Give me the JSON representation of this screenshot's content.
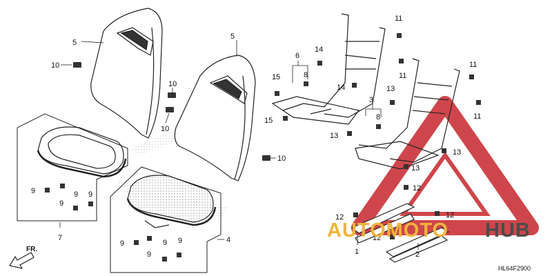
{
  "diagram_code": "HL64F2900",
  "direction_label": "FR.",
  "watermark": {
    "part1": "AUTOMOTO",
    "part2": "HUB"
  },
  "callouts": {
    "c1": "1",
    "c2": "2",
    "c3": "3",
    "c4": "4",
    "c5a": "5",
    "c5b": "5",
    "c6": "6",
    "c7": "7",
    "c8a": "8",
    "c8b": "8",
    "c9a": "9",
    "c9b": "9",
    "c9c": "9",
    "c9d": "9",
    "c9e": "9",
    "c9f": "9",
    "c9g": "9",
    "c9h": "9",
    "c10a": "10",
    "c10b": "10",
    "c10c": "10",
    "c10d": "10",
    "c11a": "11",
    "c11b": "11",
    "c11c": "11",
    "c11d": "11",
    "c12a": "12",
    "c12b": "12",
    "c12c": "12",
    "c12d": "12",
    "c13a": "13",
    "c13b": "13",
    "c13c": "13",
    "c13d": "13",
    "c14a": "14",
    "c14b": "14",
    "c15a": "15",
    "c15b": "15"
  },
  "colors": {
    "line": "#222222",
    "accent_red": "#c6262c",
    "accent_gold": "#f1b33d"
  }
}
